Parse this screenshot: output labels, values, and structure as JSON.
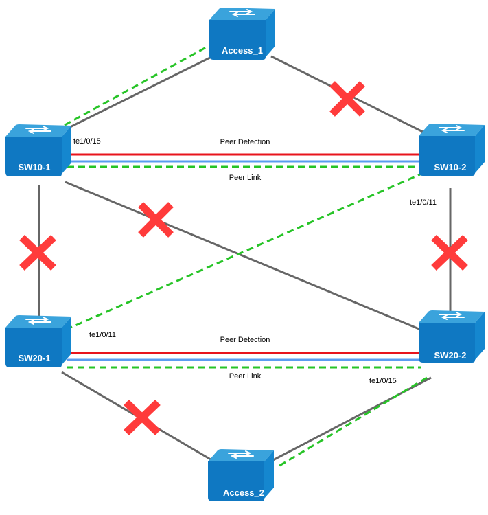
{
  "diagram": {
    "switches": {
      "access_1": "Access_1",
      "access_2": "Access_2",
      "sw10_1": "SW10-1",
      "sw10_2": "SW10-2",
      "sw20_1": "SW20-1",
      "sw20_2": "SW20-2"
    },
    "labels": {
      "peer_detection_top": "Peer Detection",
      "peer_link_top": "Peer Link",
      "peer_detection_bottom": "Peer Detection",
      "peer_link_bottom": "Peer Link",
      "port_sw10_1": "te1/0/15",
      "port_sw10_2": "te1/0/11",
      "port_sw20_1": "te1/0/11",
      "port_sw20_2": "te1/0/15"
    },
    "colors": {
      "link": "#666666",
      "peer_detection": "#e8141d",
      "peer_link": "#5a9cf0",
      "active_path": "#27c427",
      "blocked_mark": "#ff3b3b",
      "switch_top": "#3aa3dc",
      "switch_front": "#0f78c2",
      "switch_side": "#1587cf"
    }
  }
}
